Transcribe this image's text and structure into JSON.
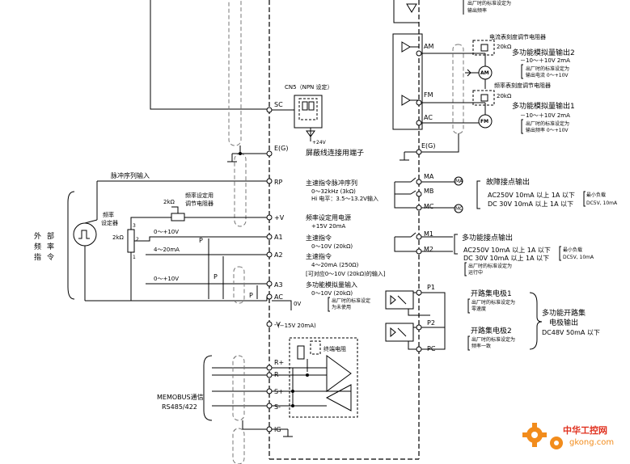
{
  "top": {
    "freq_note1": "出厂时的标准设定为",
    "freq_note2": "输出频率"
  },
  "cn5": {
    "label": "CN5（NPN 设定）",
    "v24": "+24V"
  },
  "left_terminals": {
    "sc": "SC",
    "eg": "E(G)",
    "rp": "RP",
    "pv": "+V",
    "a1": "A1",
    "a2": "A2",
    "a3": "A3",
    "ac": "AC",
    "mv": "-V",
    "rp_plus": "R+",
    "rm": "R-",
    "sp": "S+",
    "sm": "S-",
    "ig": "IG"
  },
  "right_terminals": {
    "am": "AM",
    "fm": "FM",
    "ac": "AC",
    "eg": "E(G)",
    "ma": "MA",
    "mb": "MB",
    "mc": "MC",
    "m1": "M1",
    "m2": "M2",
    "p1": "P1",
    "p2": "P2",
    "pc": "PC"
  },
  "analog_out": {
    "am_meter_note": "电流表刻度调节电阻器",
    "am_res": "20kΩ",
    "fm_meter_note": "频率表刻度调节电阻器",
    "fm_res": "20kΩ",
    "am_meter": "AM",
    "fm_meter": "FM",
    "out2_title": "多功能模拟量输出2",
    "out2_range": "－10～＋10V   2mA",
    "out2_note1": "出厂时的标准设定为",
    "out2_note2": "输出电流 0～+10V",
    "out1_title": "多功能模拟量输出1",
    "out1_range": "－10～＋10V   2mA",
    "out1_note1": "出厂时的标准设定为",
    "out1_note2": "输出频率 0～+10V"
  },
  "left_side": {
    "shield_label": "屏蔽线连接用端子",
    "pulse_in": "脉冲序列输入",
    "ext_freq": [
      "外",
      "部",
      "频",
      "率",
      "指",
      "令"
    ],
    "freq_setter1": "频率",
    "freq_setter2": "设定器",
    "setter_res": "2kΩ",
    "adj_res": "2kΩ",
    "adj_note1": "频率设定用",
    "adj_note2": "调节电阻器",
    "pin3": "3",
    "pin2": "2",
    "pin1": "1",
    "a1_range": "0～+10V",
    "a2_range": "4～20mA",
    "a3_range": "0～+10V",
    "p": "P",
    "ov": "0V",
    "mv_val": "(−15V  20mA)",
    "term_res": "终端电阻",
    "memobus1": "MEMOBUS通信",
    "memobus2": "RS485/422"
  },
  "middle_text": {
    "rp_title": "主速指令脉冲序列",
    "rp_range": "0～32kHz (3kΩ)",
    "rp_level": "Hi 电平：3.5～13.2V输入",
    "pv_title": "频率设定用电源",
    "pv_val": "+15V 20mA",
    "a1_title": "主速指令",
    "a1_val": "0～10V  (20kΩ)",
    "a2_title": "主速指令",
    "a2_val": "4～20mA (250Ω)",
    "a2_alt": "[可对应0～10V (20kΩ)的输入]",
    "a3_title": "多功能模拟量输入",
    "a3_val": "0～10V   (20kΩ)",
    "a3_note1": "出厂时的标准设定",
    "a3_note2": "为未使用"
  },
  "relay": {
    "fault_title": "故障接点输出",
    "fault_l1": "AC250V  10mA  以上  1A  以下",
    "fault_l2": "DC  30V  10mA  以上  1A  以下",
    "min1": "最小负载",
    "min2": "DC5V, 10mA",
    "multi_title": "多功能接点输出",
    "multi_l1": "AC250V  10mA  以上  1A  以下",
    "multi_l2": "DC  30V  10mA  以上  1A  以下",
    "min3": "最小负载",
    "min4": "DC5V, 10mA",
    "multi_note1": "出厂时的标准设定为",
    "multi_note2": "运行中",
    "ma_coil": "MA",
    "mc_coil": "MC"
  },
  "open_collector": {
    "p1_title": "开路集电极1",
    "p1_note1": "出厂时的标准设定为",
    "p1_note2": "零速度",
    "p2_title": "开路集电极2",
    "p2_note1": "出厂时的标准设定为",
    "p2_note2": "频率一致",
    "group1": "多功能开路集",
    "group2": "电极输出",
    "group3": "DC48V  50mA  以下"
  },
  "watermark": {
    "cn": "中华工控网",
    "url": "gkong.com"
  },
  "colors": {
    "line": "#000000",
    "shield": "#777777",
    "watermark_orange": "#f28c1c",
    "watermark_red": "#e0301e"
  }
}
